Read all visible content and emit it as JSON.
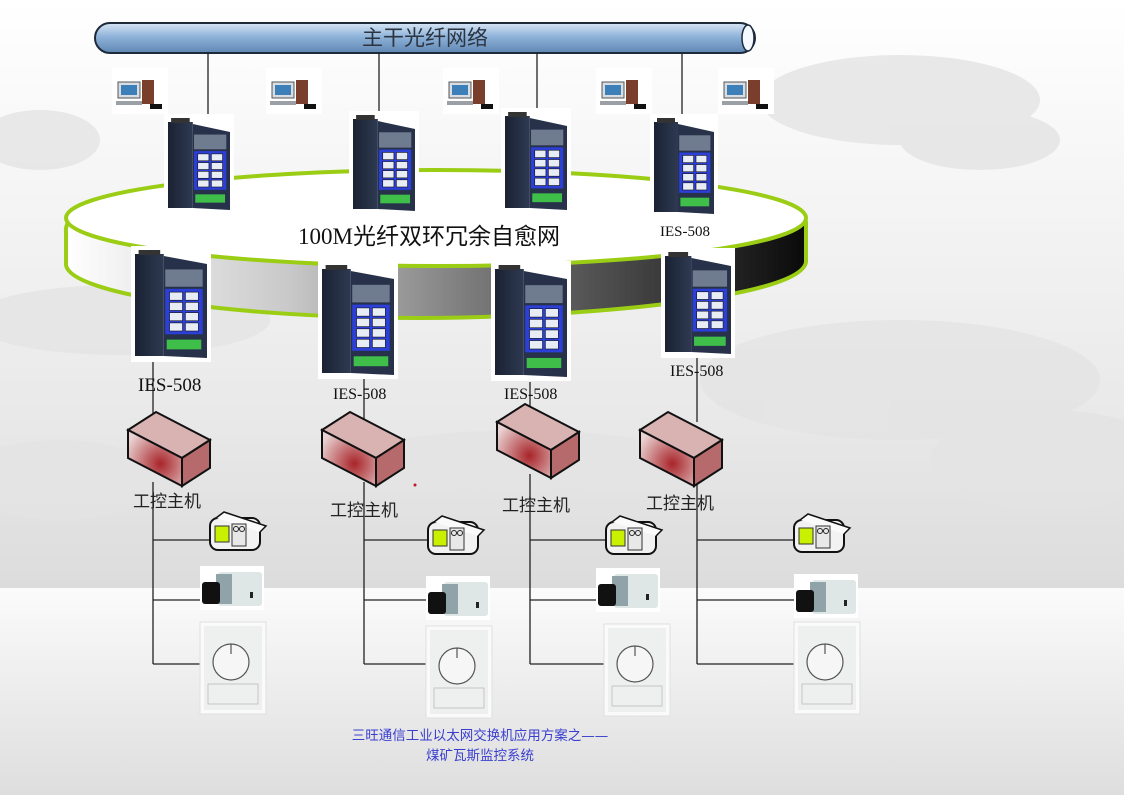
{
  "diagram": {
    "backbone": {
      "label": "主干光纤网络",
      "type": "fiber-backbone"
    },
    "ring": {
      "label": "100M光纤双环冗余自愈网",
      "type": "dual-fiber-ring"
    },
    "caption": {
      "line1": "三旺通信工业以太网交换机应用方案之——",
      "line2": "煤矿瓦斯监控系统"
    },
    "top_switches": [
      {
        "model": "",
        "has_workstation": true
      },
      {
        "model": "",
        "has_workstation": true
      },
      {
        "model": "",
        "has_workstation": true
      },
      {
        "model": "IES-508",
        "has_workstation": true
      }
    ],
    "extra_workstation": true,
    "branches": [
      {
        "switch_model": "IES-508",
        "host_label": "工控主机",
        "devices": [
          "gas-sensor",
          "camera",
          "thermostat"
        ]
      },
      {
        "switch_model": "IES-508",
        "host_label": "工控主机",
        "devices": [
          "gas-sensor",
          "camera",
          "thermostat"
        ]
      },
      {
        "switch_model": "IES-508",
        "host_label": "工控主机",
        "devices": [
          "gas-sensor",
          "camera",
          "thermostat"
        ]
      },
      {
        "switch_model": "IES-508",
        "host_label": "工控主机",
        "devices": [
          "gas-sensor",
          "camera",
          "thermostat"
        ]
      }
    ],
    "colors": {
      "ring_edge": "#9acd14",
      "backbone_fill": "#8fb3d9",
      "switch_port_panel": "#2c3fd8",
      "host_box": "#a8252a",
      "caption_text": "#3a3fcf"
    }
  }
}
